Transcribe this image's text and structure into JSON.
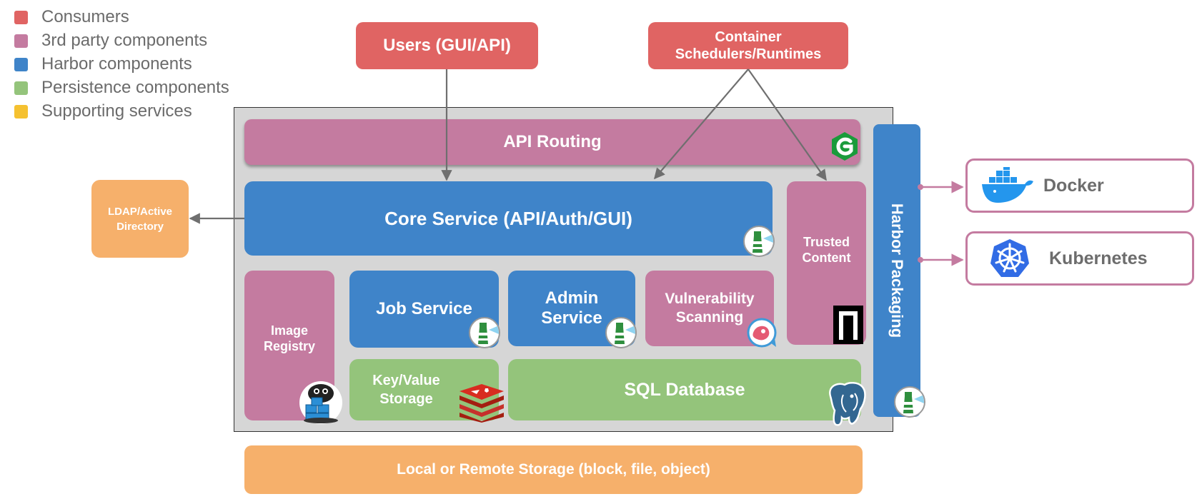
{
  "legend": [
    {
      "label": "Consumers",
      "color": "#e06463"
    },
    {
      "label": "3rd party components",
      "color": "#c47ba0"
    },
    {
      "label": "Harbor components",
      "color": "#3f84c9"
    },
    {
      "label": "Persistence components",
      "color": "#94c47b"
    },
    {
      "label": "Supporting services",
      "color": "#f5c130"
    }
  ],
  "consumers": {
    "users": "Users (GUI/API)",
    "schedulers_line1": "Container",
    "schedulers_line2": "Schedulers/Runtimes"
  },
  "components": {
    "api_routing": "API Routing",
    "core_service": "Core Service (API/Auth/GUI)",
    "trusted_content_line1": "Trusted",
    "trusted_content_line2": "Content",
    "harbor_packaging": "Harbor Packaging",
    "image_registry_line1": "Image",
    "image_registry_line2": "Registry",
    "job_service": "Job Service",
    "admin_service_line1": "Admin",
    "admin_service_line2": "Service",
    "vulnerability_line1": "Vulnerability",
    "vulnerability_line2": "Scanning",
    "kv_storage_line1": "Key/Value",
    "kv_storage_line2": "Storage",
    "sql_database": "SQL Database",
    "ldap_line1": "LDAP/Active",
    "ldap_line2": "Directory",
    "storage": "Local or Remote Storage (block, file, object)"
  },
  "targets": {
    "docker": "Docker",
    "kubernetes": "Kubernetes"
  },
  "icons": [
    "nginx-icon",
    "lighthouse-icon",
    "notary-icon",
    "clair-icon",
    "docker-distribution-icon",
    "redis-icon",
    "postgresql-icon",
    "docker-whale-icon",
    "kubernetes-wheel-icon"
  ]
}
